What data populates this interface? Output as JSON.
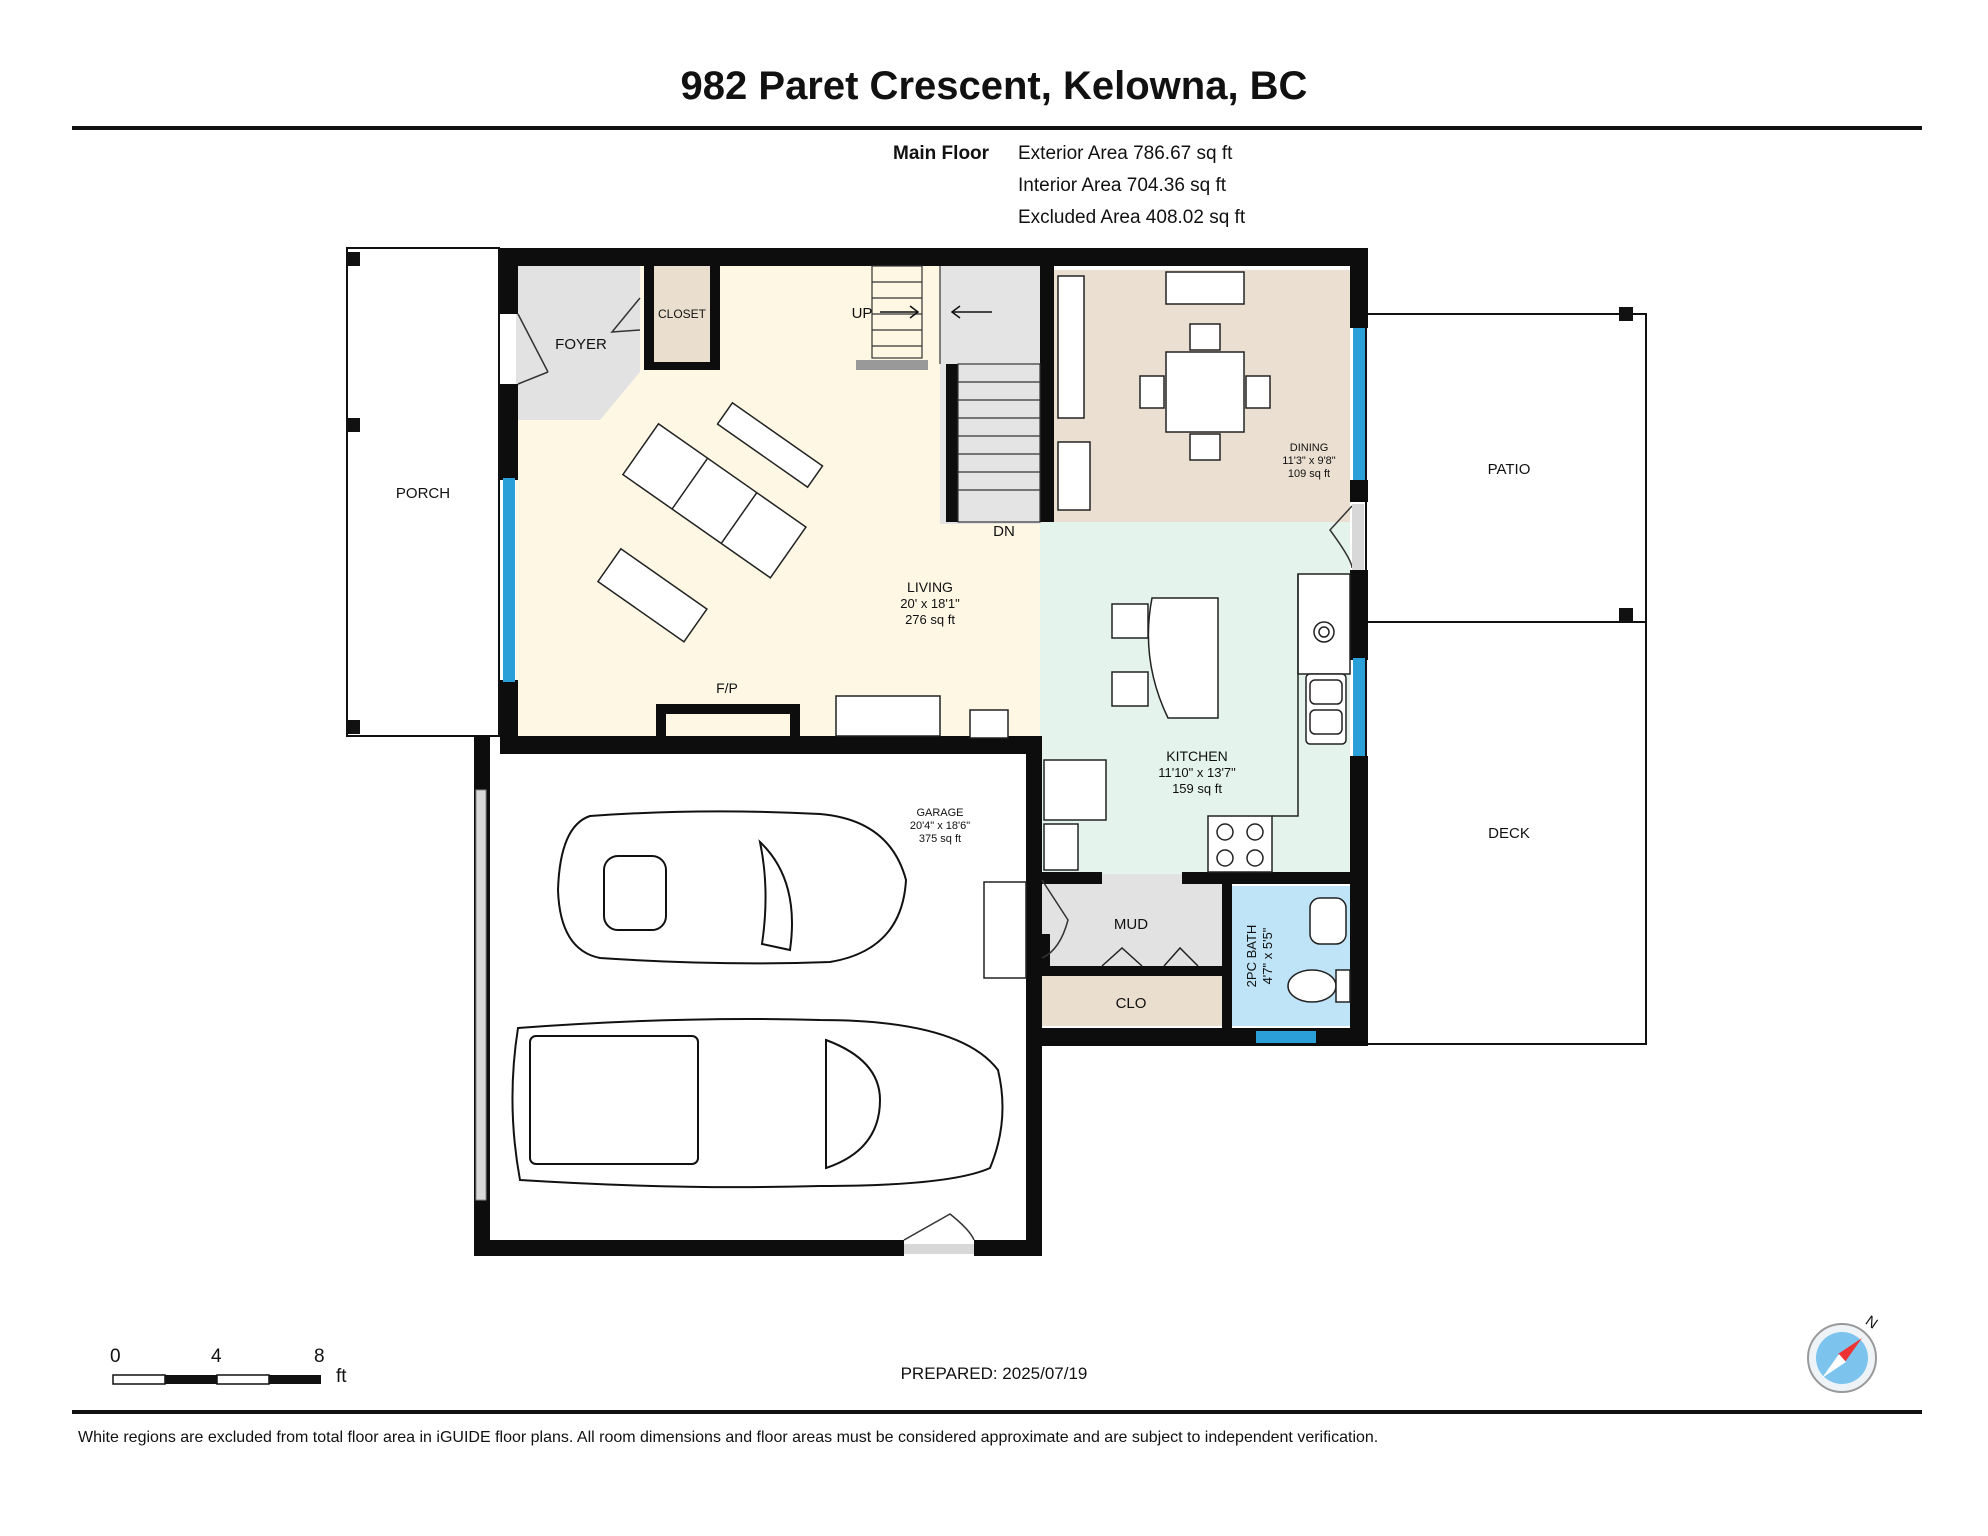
{
  "title": "982 Paret Crescent, Kelowna, BC",
  "floor": {
    "name": "Main Floor",
    "exterior_area": "Exterior Area 786.67 sq ft",
    "interior_area": "Interior Area 704.36 sq ft",
    "excluded_area": "Excluded Area 408.02 sq ft"
  },
  "rooms": {
    "porch": {
      "name": "PORCH"
    },
    "foyer": {
      "name": "FOYER"
    },
    "closet": {
      "name": "CLOSET"
    },
    "up": "UP",
    "dn": "DN",
    "living": {
      "name": "LIVING",
      "dims": "20' x 18'1\"",
      "area": "276 sq ft"
    },
    "fp": "F/P",
    "dining": {
      "name": "DINING",
      "dims": "11'3\" x 9'8\"",
      "area": "109 sq ft"
    },
    "patio": {
      "name": "PATIO"
    },
    "deck": {
      "name": "DECK"
    },
    "kitchen": {
      "name": "KITCHEN",
      "dims": "11'10\" x 13'7\"",
      "area": "159 sq ft"
    },
    "garage": {
      "name": "GARAGE",
      "dims": "20'4\" x 18'6\"",
      "area": "375 sq ft"
    },
    "mud": {
      "name": "MUD"
    },
    "clo": {
      "name": "CLO"
    },
    "bath": {
      "name": "2PC BATH",
      "dims": "4'7\" x 5'5\""
    }
  },
  "scale": {
    "ticks": [
      "0",
      "4",
      "8"
    ],
    "unit": "ft"
  },
  "compass": {
    "label": "N"
  },
  "prepared": "PREPARED: 2025/07/19",
  "disclaimer": "White regions are excluded from total floor area in iGUIDE floor plans. All room dimensions and floor areas must be considered approximate and are subject to independent verification.",
  "colors": {
    "living": "#fdf7e4",
    "foyer": "#e2e2e2",
    "closet": "#eadfce",
    "dining": "#eadfd0",
    "kitchen": "#e4f4ec",
    "bath": "#bfe3f7",
    "mud": "#e2e2e2",
    "clo": "#eadfce",
    "window": "#2a9fd8",
    "wall": "#0d0d0d"
  }
}
